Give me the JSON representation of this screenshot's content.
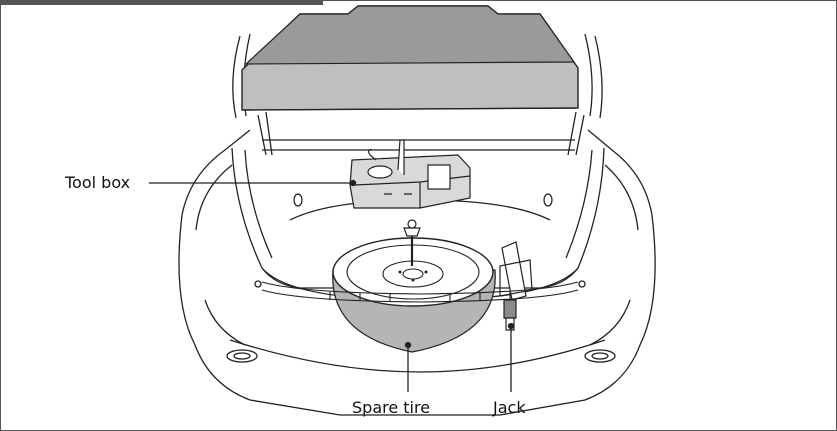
{
  "labels": {
    "tool_box": "Tool box",
    "spare_tire": "Spare tire",
    "jack": "Jack"
  },
  "colors": {
    "frame": "#555555",
    "line": "#222222",
    "shade": "#8a8a8a",
    "tire_shade": "#b5b5b5",
    "mat_fill": "#bfbfbf",
    "toolbox_fill": "#d9d9d9"
  }
}
